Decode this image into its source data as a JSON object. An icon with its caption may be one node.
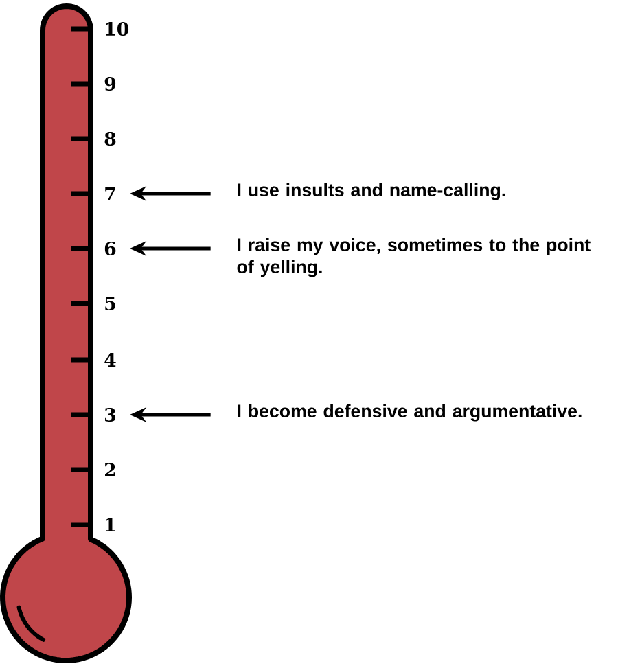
{
  "diagram": {
    "nodes": [
      {
        "text": [
          "7"
        ]
      },
      {
        "text": [
          "6"
        ]
      },
      {
        "text": [
          "3"
        ]
      },
      {
        "text": [
          "I use insults and name-calling."
        ]
      },
      {
        "text": [
          "I raise my voice, sometimes to the point of yelling."
        ]
      },
      {
        "text": [
          "I become defensive and argumentative."
        ]
      }
    ],
    "edges": [
      {
        "from": 3,
        "to": 0,
        "arrow": "to"
      },
      {
        "from": 4,
        "to": 1,
        "arrow": "to"
      },
      {
        "from": 5,
        "to": 2,
        "arrow": "to"
      }
    ],
    "labels": [
      "10",
      "9",
      "8",
      "5",
      "4",
      "2",
      "1"
    ]
  }
}
